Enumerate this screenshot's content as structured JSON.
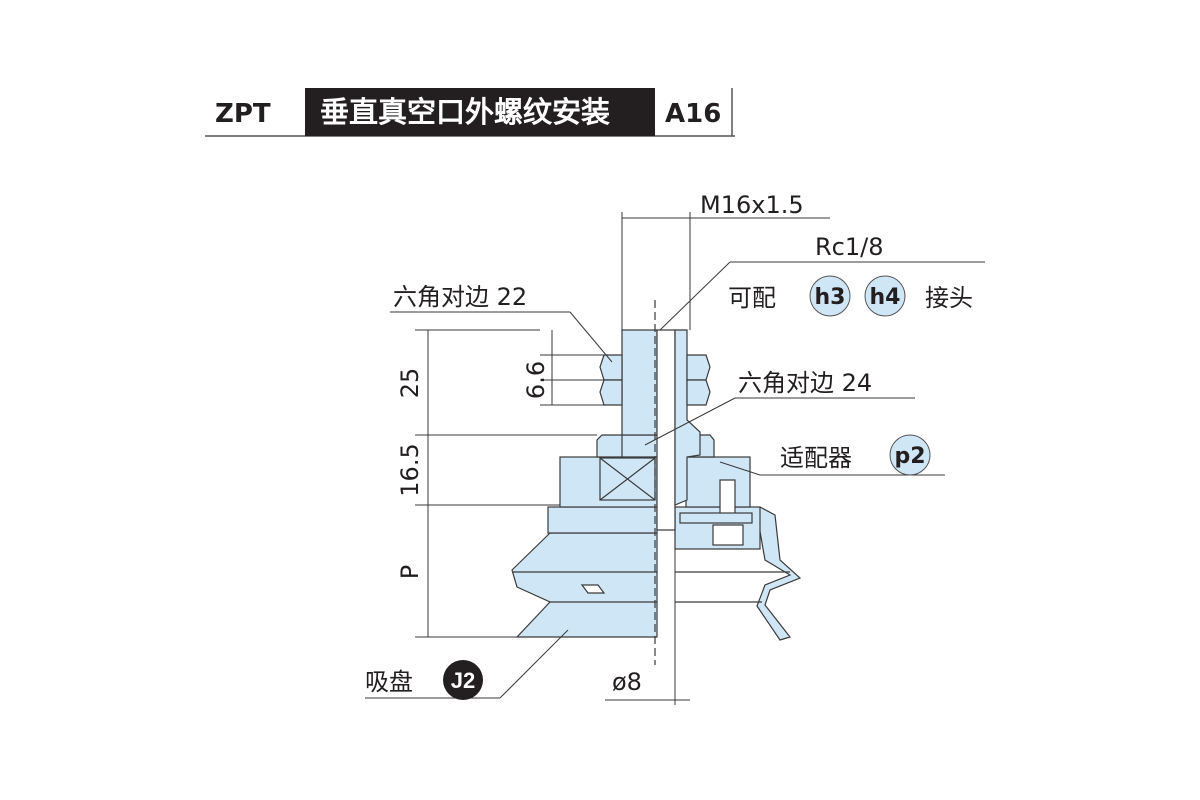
{
  "header": {
    "series": "ZPT",
    "title": "垂直真空口外螺纹安装",
    "code": "A16"
  },
  "labels": {
    "thread": "M16x1.5",
    "port": "Rc1/8",
    "fitting_prefix": "可配",
    "fitting_h3": "h3",
    "fitting_h4": "h4",
    "fitting_suffix": "接头",
    "hex22": "六角对边 22",
    "hex24": "六角对边 24",
    "adapter": "适配器",
    "adapter_code": "p2",
    "pad": "吸盘",
    "pad_code": "J2",
    "diameter": "ø8"
  },
  "dimensions": {
    "d25": "25",
    "d16_5": "16.5",
    "dP": "P",
    "d6_6": "6.6"
  },
  "colors": {
    "part_fill": "#cfe6f6",
    "line": "#3a3a3a",
    "badge_fill": "#cfe6f6",
    "header_bg": "#231f20"
  }
}
